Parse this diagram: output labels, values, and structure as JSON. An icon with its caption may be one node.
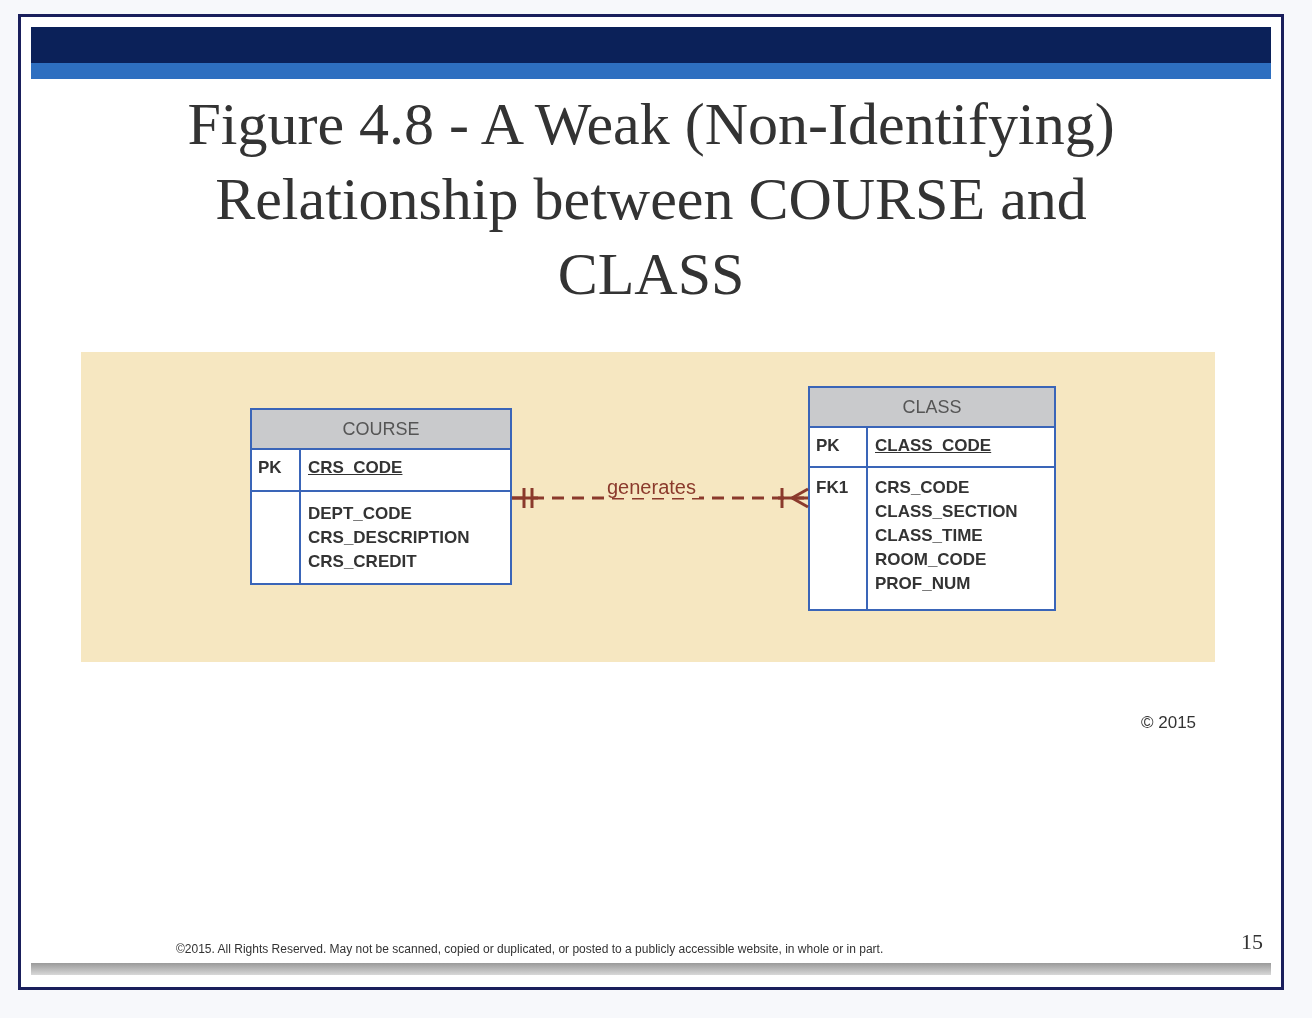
{
  "diagram": {
    "title": "Figure 4.8 - A Weak (Non-Identifying) Relationship between COURSE and CLASS",
    "nodes": [
      {
        "text": [
          "COURSE",
          "PK",
          "CRS_CODE",
          "DEPT_CODE CRS_DESCRIPTION CRS_CREDIT"
        ]
      },
      {
        "text": [
          "CLASS",
          "PK",
          "CLASS_CODE",
          "FK1",
          "CRS_CODE CLASS_SECTION CLASS_TIME ROOM_CODE PROF_NUM"
        ]
      }
    ],
    "edges": [
      {
        "from": 0,
        "to": 1,
        "arrow": "other",
        "label": "generates",
        "style": "dashed",
        "color": "#8b3a2c"
      }
    ],
    "labels": [
      "© 2015",
      "©2015. All Rights Reserved. May not be scanned, copied or duplicated, or posted to a publicly accessible website, in whole or in part.",
      "15"
    ]
  }
}
